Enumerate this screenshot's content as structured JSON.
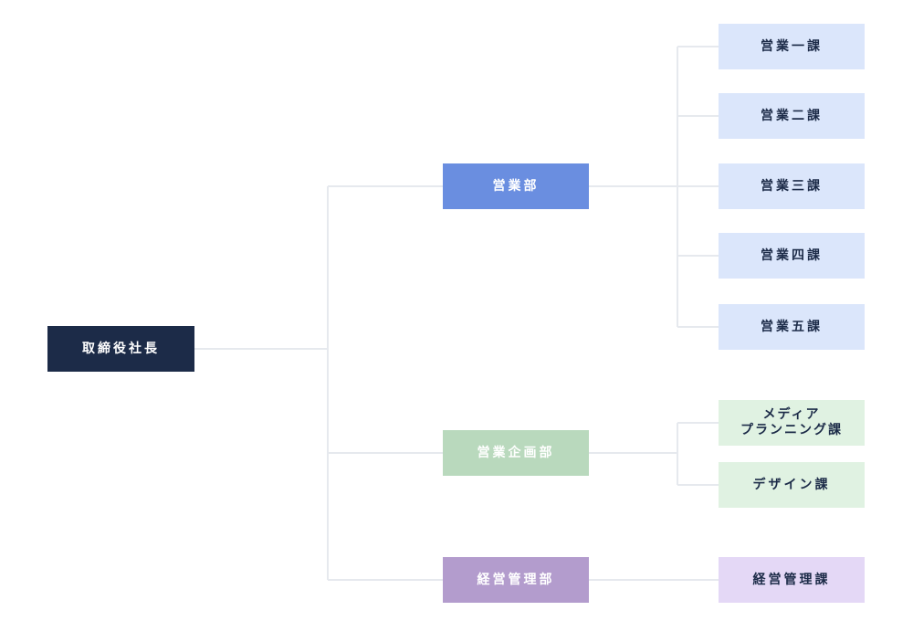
{
  "ceo": "取締役社長",
  "departments": {
    "sales": "営業部",
    "planning": "営業企画部",
    "admin": "経営管理部"
  },
  "sections": {
    "sales": [
      "営業一課",
      "営業二課",
      "営業三課",
      "営業四課",
      "営業五課"
    ],
    "planning": {
      "media_line1": "メディア",
      "media_line2": "プランニング課",
      "design": "デザイン課"
    },
    "admin": "経営管理課"
  },
  "colors": {
    "ceo": "#1c2b48",
    "sales_dept": "#6a8ee0",
    "planning_dept": "#b9d9bd",
    "admin_dept": "#b39ccd",
    "sales_section": "#dbe6fb",
    "planning_section": "#e0f2e2",
    "admin_section": "#e4d8f6",
    "connector": "#e6e9ee"
  }
}
